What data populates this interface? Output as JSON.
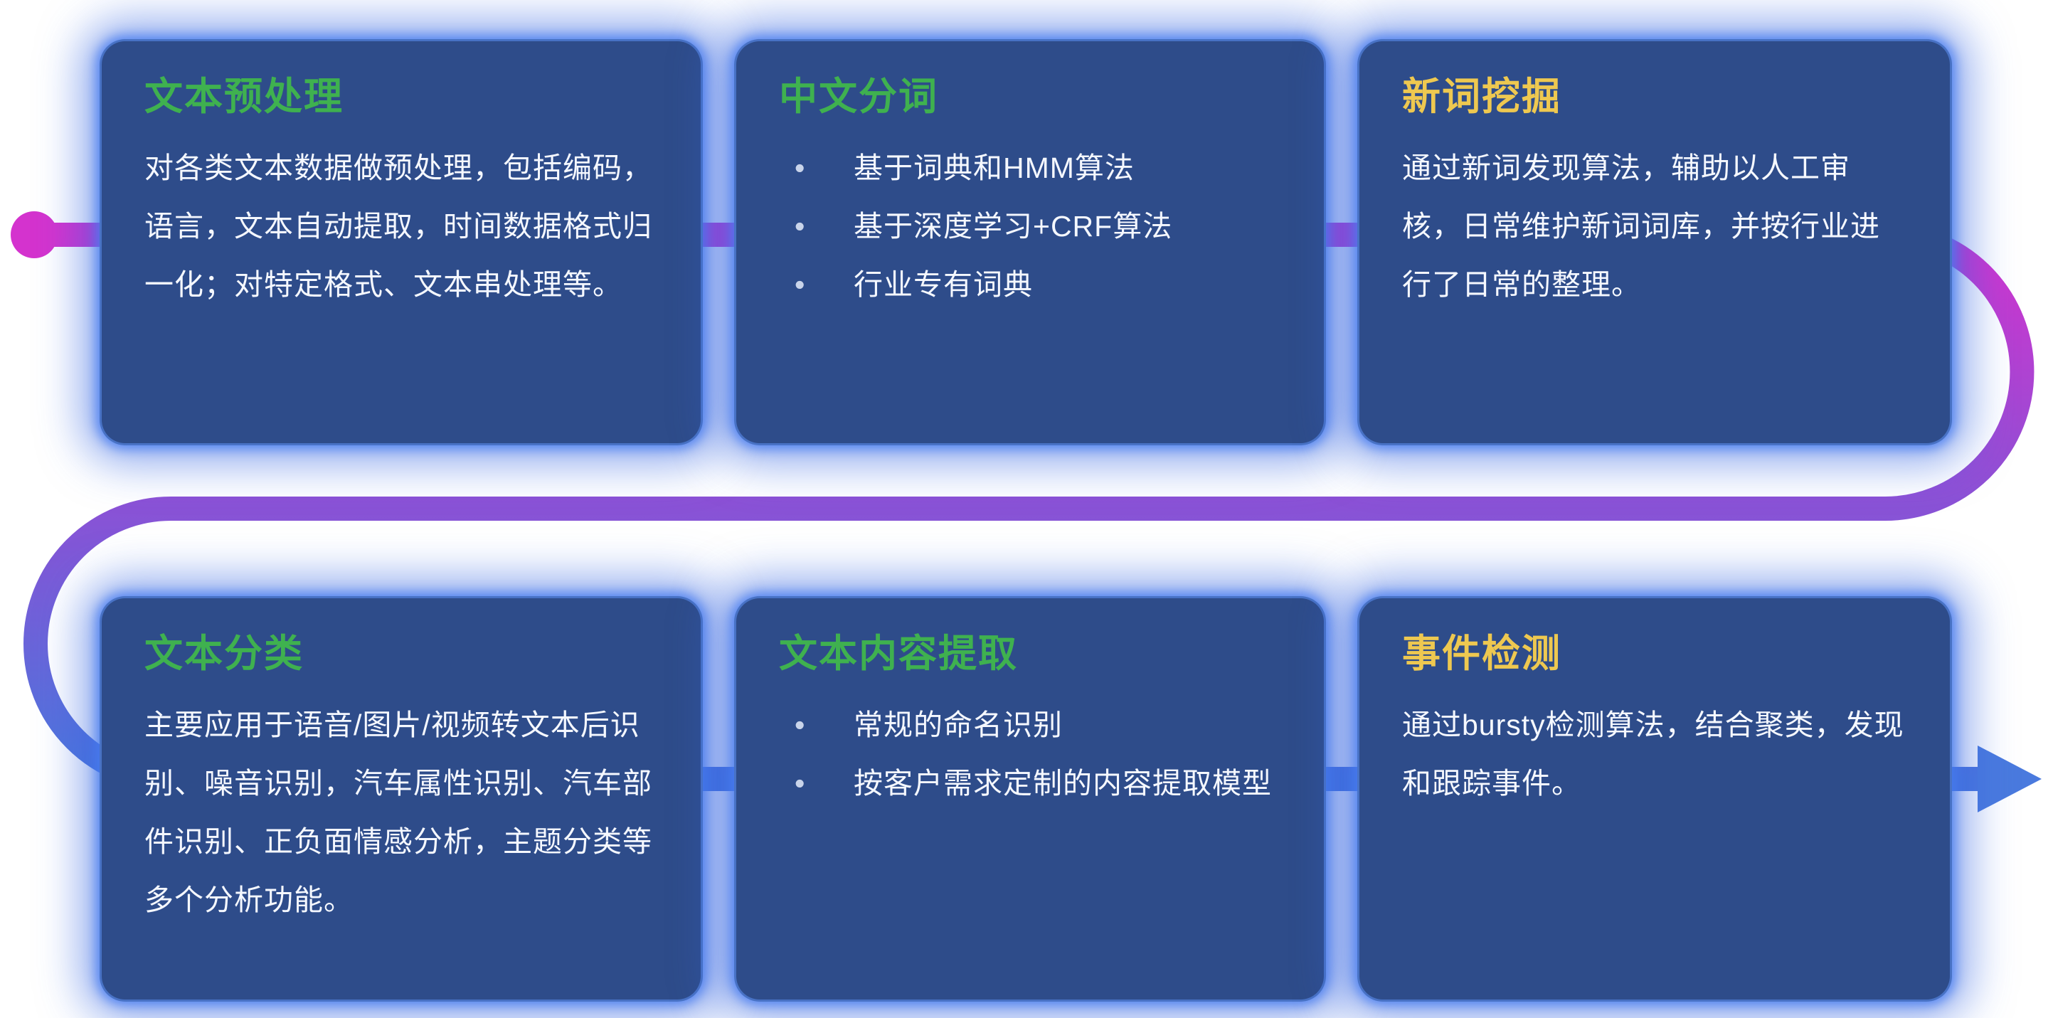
{
  "theme": {
    "card_background": "#2e4c8a",
    "card_glow": "#3b6de4",
    "green": "#3fb14f",
    "yellow": "#eec850",
    "body_text": "#f5f8ff",
    "flow_start_magenta": "#d433ce",
    "flow_mid_purple": "#8a52d6",
    "flow_end_blue": "#4a77dd"
  },
  "flow": {
    "start_marker": "dot",
    "end_marker": "arrow-right"
  },
  "cards": [
    {
      "title": "文本预处理",
      "title_color": "#3fb14f",
      "body": "对各类文本数据做预处理，包括编码，语言，文本自动提取，时间数据格式归一化；对特定格式、文本串处理等。"
    },
    {
      "title": "中文分词",
      "title_color": "#3fb14f",
      "bullets": [
        "基于词典和HMM算法",
        "基于深度学习+CRF算法",
        "行业专有词典"
      ]
    },
    {
      "title": "新词挖掘",
      "title_color": "#eec850",
      "body": "通过新词发现算法，辅助以人工审核，日常维护新词词库，并按行业进行了日常的整理。"
    },
    {
      "title": "文本分类",
      "title_color": "#3fb14f",
      "body": "主要应用于语音/图片/视频转文本后识别、噪音识别，汽车属性识别、汽车部件识别、正负面情感分析，主题分类等多个分析功能。"
    },
    {
      "title": "文本内容提取",
      "title_color": "#3fb14f",
      "bullets": [
        "常规的命名识别",
        "按客户需求定制的内容提取模型"
      ]
    },
    {
      "title": "事件检测",
      "title_color": "#eec850",
      "body": "通过bursty检测算法，结合聚类，发现和跟踪事件。"
    }
  ]
}
